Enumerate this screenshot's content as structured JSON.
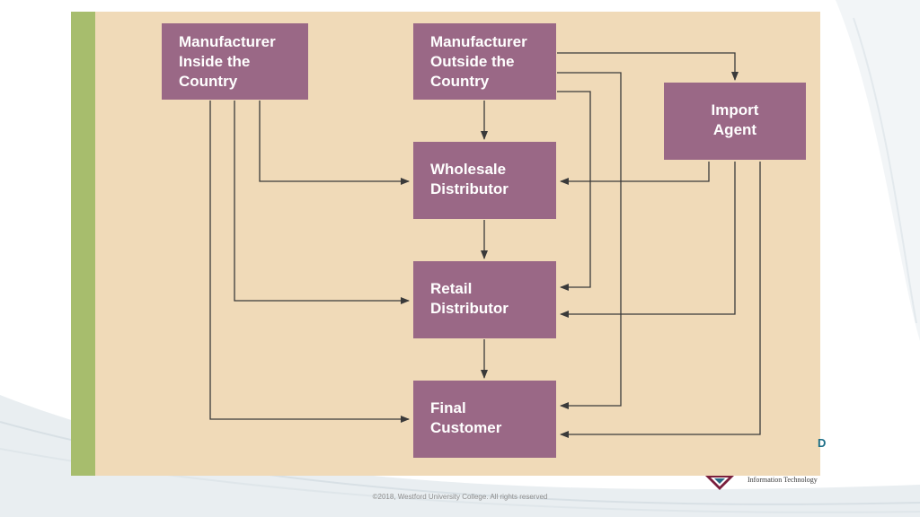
{
  "diagram": {
    "nodes": {
      "manufacturer_inside": {
        "lines": [
          "Manufacturer",
          "Inside the",
          "Country"
        ]
      },
      "manufacturer_outside": {
        "lines": [
          "Manufacturer",
          "Outside the",
          "Country"
        ]
      },
      "import_agent": {
        "lines": [
          "Import",
          "Agent"
        ]
      },
      "wholesale_distributor": {
        "lines": [
          "Wholesale",
          "Distributor"
        ]
      },
      "retail_distributor": {
        "lines": [
          "Retail",
          "Distributor"
        ]
      },
      "final_customer": {
        "lines": [
          "Final",
          "Customer"
        ]
      }
    },
    "edges": [
      {
        "from": "manufacturer_inside",
        "to": "wholesale_distributor"
      },
      {
        "from": "manufacturer_inside",
        "to": "retail_distributor"
      },
      {
        "from": "manufacturer_inside",
        "to": "final_customer"
      },
      {
        "from": "manufacturer_outside",
        "to": "wholesale_distributor"
      },
      {
        "from": "manufacturer_outside",
        "to": "import_agent"
      },
      {
        "from": "manufacturer_outside",
        "to": "retail_distributor"
      },
      {
        "from": "manufacturer_outside",
        "to": "final_customer"
      },
      {
        "from": "import_agent",
        "to": "wholesale_distributor"
      },
      {
        "from": "import_agent",
        "to": "retail_distributor"
      },
      {
        "from": "import_agent",
        "to": "final_customer"
      },
      {
        "from": "wholesale_distributor",
        "to": "retail_distributor"
      },
      {
        "from": "retail_distributor",
        "to": "final_customer"
      }
    ]
  },
  "footer": {
    "copyright": "©2018, Westford University College. All rights reserved",
    "logo_text": "Information Technology",
    "logo_letter": "D"
  },
  "colors": {
    "box_fill": "#9a6886",
    "panel_background": "#f0dab8",
    "accent_strip": "#a7bd6d",
    "arrow": "#3a3a3a"
  }
}
